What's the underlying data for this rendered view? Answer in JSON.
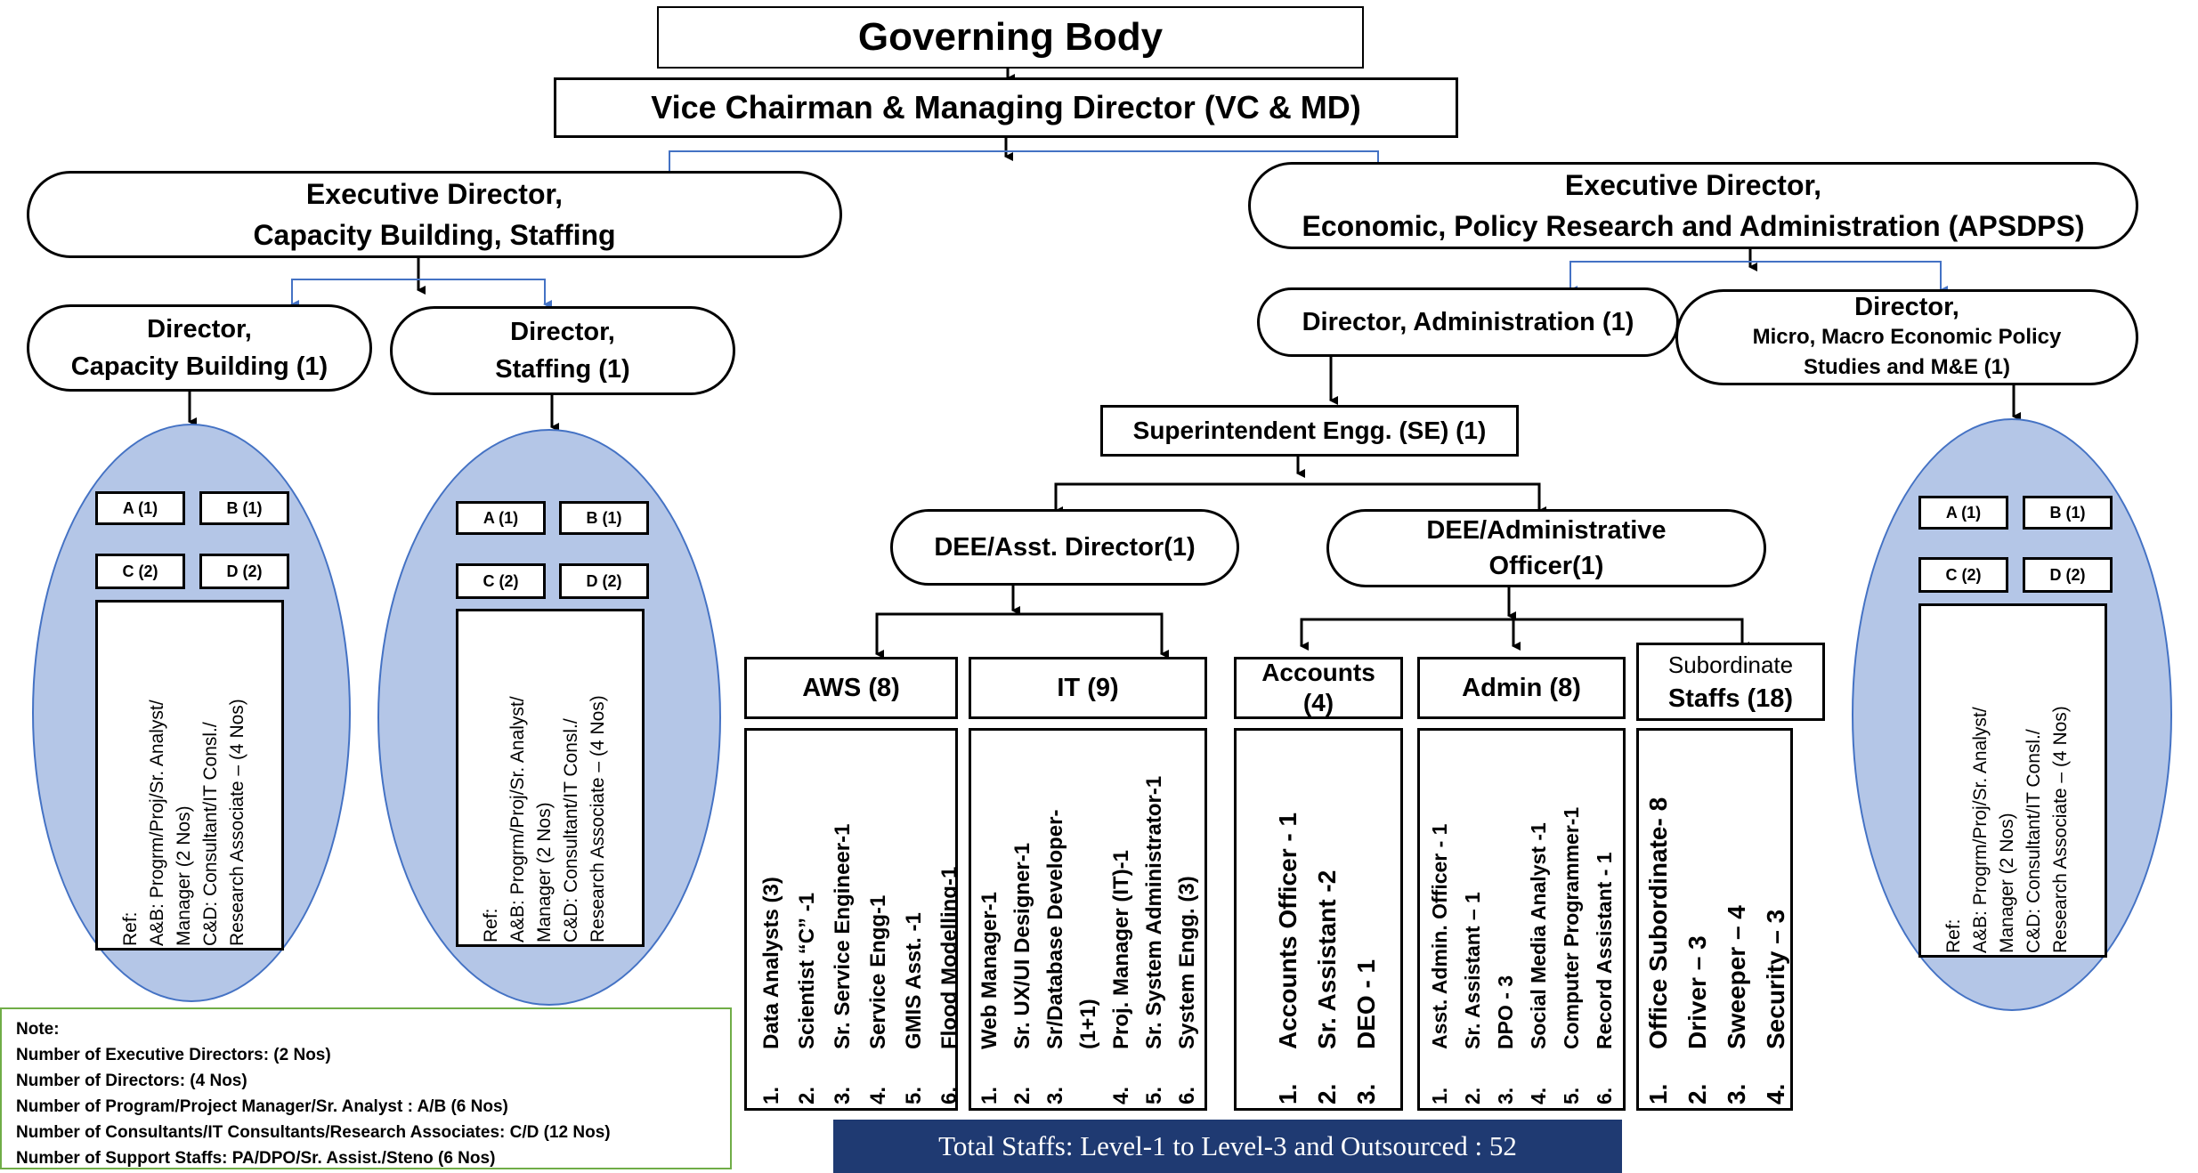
{
  "governing_body": "Governing Body",
  "vc_md": "Vice Chairman & Managing Director (VC & MD)",
  "ed_left": {
    "line1": "Executive Director,",
    "line2": "Capacity Building, Staffing"
  },
  "ed_right": {
    "line1": "Executive Director,",
    "line2": "Economic, Policy Research and Administration (APSDPS)"
  },
  "dir_cb": {
    "line1": "Director,",
    "line2": "Capacity Building (1)"
  },
  "dir_staff": {
    "line1": "Director,",
    "line2": "Staffing (1)"
  },
  "dir_admin": "Director, Administration (1)",
  "dir_micro": {
    "line1": "Director,",
    "line2": "Micro, Macro Economic Policy",
    "line3": "Studies and M&E (1)"
  },
  "se": "Superintendent Engg. (SE) (1)",
  "dee_asst": "DEE/Asst. Director(1)",
  "dee_admin": {
    "line1": "DEE/Administrative",
    "line2": "Officer(1)"
  },
  "abcd": {
    "a": "A (1)",
    "b": "B (1)",
    "c": "C (2)",
    "d": "D (2)"
  },
  "ref": {
    "line1": "Ref:",
    "line2": "A&B: Progrm/Proj/Sr. Analyst/",
    "line3": "Manager (2 Nos)",
    "line4": "C&D: Consultant/IT Consl./",
    "line5": "Research Associate – (4 Nos)"
  },
  "units": {
    "aws": {
      "title": "AWS (8)",
      "items": [
        "Data Analysts (3)",
        "Scientist “C” -1",
        "Sr. Service Engineer-1",
        "Service Engg-1",
        "GMIS Asst. -1",
        "Flood Modelling-1"
      ]
    },
    "it": {
      "title": "IT (9)",
      "items": [
        "Web Manager-1",
        "Sr. UX/UI Designer-1",
        "Sr/Database Developer-",
        "(1+1)",
        "Proj. Manager (IT)-1",
        "Sr. System Administrator-1",
        "System Engg. (3)"
      ],
      "numbers": [
        "1.",
        "2.",
        "3.",
        "",
        "4.",
        "5.",
        "6."
      ]
    },
    "accounts": {
      "title_line1": "Accounts",
      "title_line2": "(4)",
      "items": [
        "Accounts Officer - 1",
        "Sr. Assistant -2",
        "DEO - 1"
      ]
    },
    "admin": {
      "title": "Admin (8)",
      "items": [
        "Asst. Admin. Officer - 1",
        "Sr. Assistant – 1",
        "DPO - 3",
        "Social Media Analyst -1",
        "Computer Programmer-1",
        "Record Assistant - 1"
      ]
    },
    "subordinate": {
      "title_line1": "Subordinate",
      "title_line2": "Staffs (18)",
      "items": [
        "Office Subordinate- 8",
        "Driver – 3",
        "Sweeper – 4",
        "Security – 3"
      ]
    }
  },
  "note": {
    "heading": "Note:",
    "lines": [
      "Number of Executive Directors: (2 Nos)",
      "Number of Directors: (4 Nos)",
      "Number of Program/Project Manager/Sr. Analyst : A/B (6 Nos)",
      "Number of Consultants/IT Consultants/Research Associates: C/D (12 Nos)",
      "Number of Support Staffs: PA/DPO/Sr. Assist./Steno (6 Nos)"
    ]
  },
  "total": "Total Staffs: Level-1 to Level-3 and Outsourced : 52",
  "colors": {
    "oval_fill": "#b4c6e7",
    "oval_border": "#4472c4",
    "blue_connector": "#4472c4",
    "total_bg": "#1f3a72",
    "note_border": "#70ad47"
  }
}
